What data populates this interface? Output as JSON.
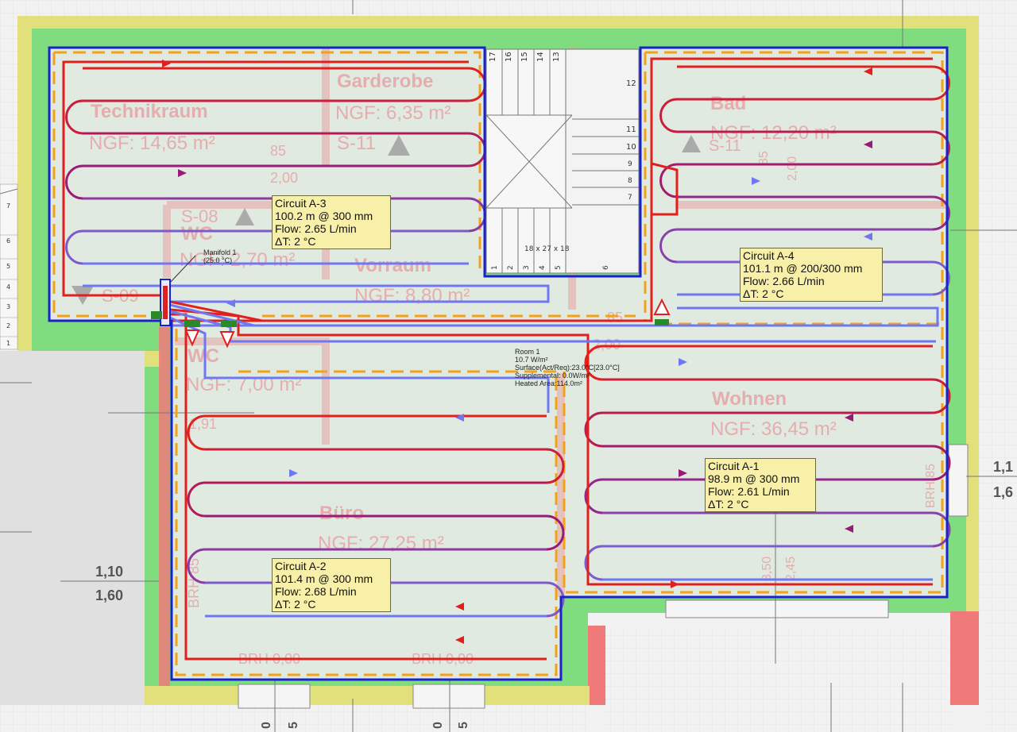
{
  "circuits": [
    {
      "id": "circuit-a3",
      "name": "Circuit A-3",
      "length": "100.2 m @ 300 mm",
      "flow": "Flow: 2.65 L/min",
      "dt": "ΔT: 2 °C"
    },
    {
      "id": "circuit-a4",
      "name": "Circuit A-4",
      "length": "101.1 m @ 200/300 mm",
      "flow": "Flow: 2.66 L/min",
      "dt": "ΔT: 2 °C"
    },
    {
      "id": "circuit-a1",
      "name": "Circuit A-1",
      "length": "98.9 m @ 300 mm",
      "flow": "Flow: 2.61 L/min",
      "dt": "ΔT: 2 °C"
    },
    {
      "id": "circuit-a2",
      "name": "Circuit A-2",
      "length": "101.4 m @ 300 mm",
      "flow": "Flow: 2.68 L/min",
      "dt": "ΔT: 2 °C"
    }
  ],
  "manifold": {
    "name": "Manifold 1",
    "temp": "(25.0 °C)"
  },
  "room_info": {
    "name": "Room 1",
    "load": "10.7 W/m²",
    "surface": "Surface(Act/Req):23.0°C[23.0°C]",
    "supplemental": "Supplemental: 0.0W/m²",
    "heated": "Heated Area:114.0m²"
  },
  "rooms": [
    {
      "name": "Technikraum",
      "area": "NGF: 14,65 m²"
    },
    {
      "name": "Garderobe",
      "area": "NGF: 6,35 m²"
    },
    {
      "name": "Bad",
      "area": "NGF: 12,20 m²"
    },
    {
      "name": "WC",
      "area": "NGF: 2,70 m²"
    },
    {
      "name": "Vorraum",
      "area": "NGF: 8,80 m²"
    },
    {
      "name": "WC",
      "area": "NGF: 7,00 m²"
    },
    {
      "name": "Wohnen",
      "area": "NGF: 36,45 m²"
    },
    {
      "name": "Büro",
      "area": "NGF: 27,25 m²"
    }
  ],
  "symbols": [
    "S-11",
    "S-08",
    "S-09",
    "S-11"
  ],
  "dimensions": {
    "d1_10": "1,10",
    "d1_60": "1,60",
    "d85": "85",
    "d2_00": "2,00",
    "d1_91": "1,91",
    "brh85": "BRH 85",
    "brh0_00": "BRH 0,00",
    "d3_50": "3,50",
    "d2_45": "2,45",
    "edge_11": "1,1",
    "edge_16": "1,6",
    "bottom_0": "0",
    "bottom_5": "5",
    "brh85_right": "BRH 85"
  },
  "stairs": {
    "steps_top": [
      "17",
      "16",
      "15",
      "14",
      "13"
    ],
    "steps_right": [
      "12",
      "11",
      "10",
      "9",
      "8",
      "7"
    ],
    "steps_bottom": [
      "1",
      "2",
      "3",
      "4",
      "5",
      "6"
    ],
    "caption": "18 x 27 x 18",
    "left_marks": [
      "7",
      "6",
      "5",
      "4",
      "3",
      "2",
      "1"
    ]
  },
  "colors": {
    "supply": "#e0201e",
    "return": "#6f78f2",
    "mid": "#9a1a78",
    "wall_green": "#7fdc7f",
    "wall_yellow": "#e2e07a",
    "boundary": "#1a23c9",
    "edge": "#f2a21a"
  }
}
